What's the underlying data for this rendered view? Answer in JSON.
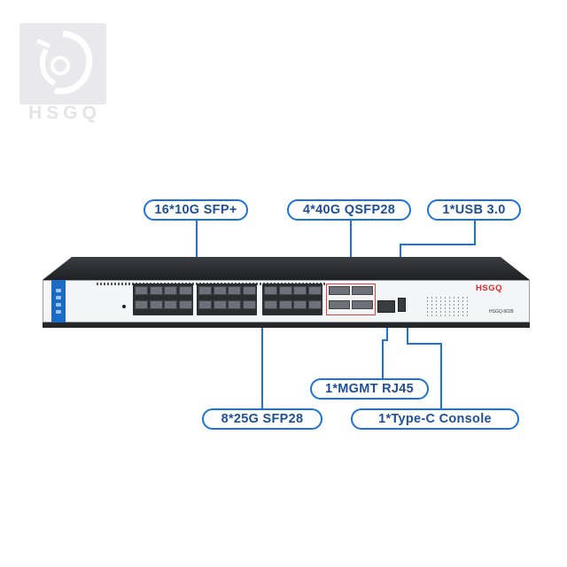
{
  "brand": {
    "watermark_text": "HSGQ",
    "front_panel_logo": "HSGQ",
    "model": "HSGQ-9028"
  },
  "callouts": {
    "sfp_plus": "16*10G SFP+",
    "qsfp28": "4*40G QSFP28",
    "usb": "1*USB 3.0",
    "mgmt": "1*MGMT RJ45",
    "sfp28": "8*25G SFP28",
    "console": "1*Type-C Console"
  },
  "colors": {
    "callout_border": "#1b74d9",
    "callout_text": "#1d4f9b",
    "handle": "#1b6bc4",
    "brand_red": "#d62b2b"
  }
}
